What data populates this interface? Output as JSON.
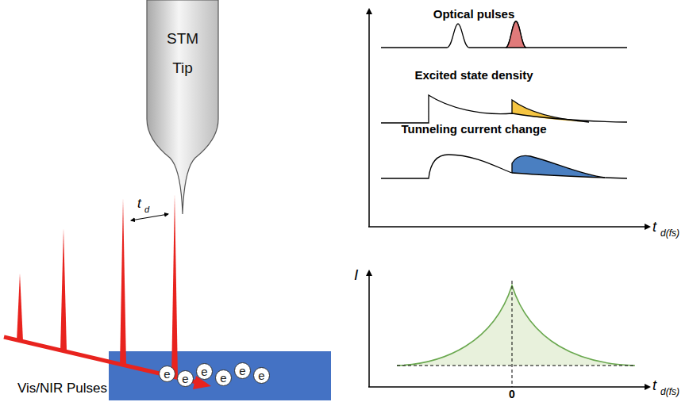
{
  "diagram": {
    "nodes": [
      {
        "text": [
          "STM Tip"
        ]
      },
      {
        "text": [
          "e"
        ]
      },
      {
        "text": [
          "e"
        ]
      },
      {
        "text": [
          "e"
        ]
      },
      {
        "text": [
          "e"
        ]
      },
      {
        "text": [
          "e"
        ]
      },
      {
        "text": [
          "e"
        ]
      }
    ],
    "labels": [
      "t",
      "d",
      "Vis/NIR Pulses",
      "Optical pulses",
      "Excited state density",
      "Tunneling current change",
      "t",
      "d(fs)",
      "I",
      "0",
      "t",
      "d(fs)"
    ]
  }
}
